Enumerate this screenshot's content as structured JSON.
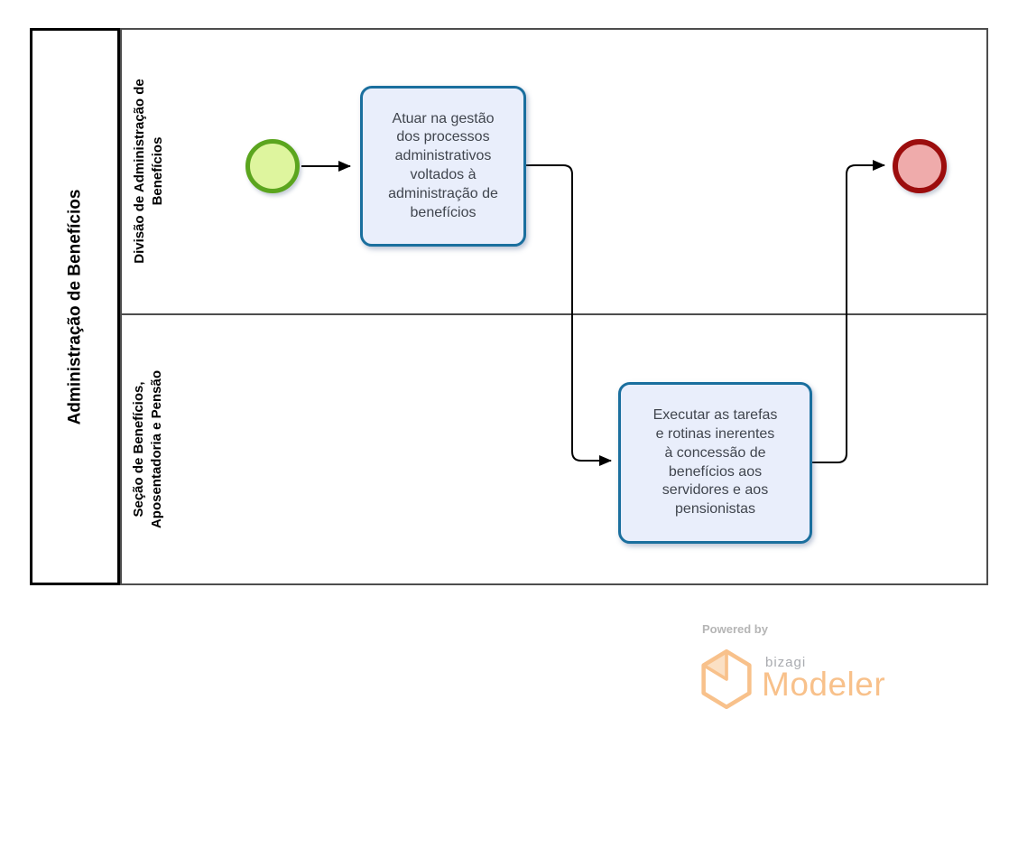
{
  "colors": {
    "pool-border": "#000000",
    "lane-border": "#4d4d4d",
    "task-border": "#1a6f9e",
    "task-fill": "#e9eefb",
    "task-text": "#40454e",
    "start-border": "#5ba51e",
    "start-fill": "#def59e",
    "end-border": "#9c0d0d",
    "end-fill": "#efabab",
    "flow-line": "#000000",
    "brand-orange": "#f8c18b",
    "brand-gray": "#a9abb0",
    "powered-gray": "#b5b5b5"
  },
  "pool": {
    "title": "Administração de Benefícios",
    "lanes": [
      {
        "label": "Divisão de Administração de\nBenefícios"
      },
      {
        "label": "Seção de Benefícios,\nAposentadoria e Pensão"
      }
    ]
  },
  "process": {
    "start_event": {
      "icon": "start-event-circle"
    },
    "tasks": [
      {
        "label": "Atuar na gestão\ndos processos\nadministrativos\nvoltados à\nadministração de\nbenefícios"
      },
      {
        "label": "Executar as tarefas\ne rotinas inerentes\nà concessão de\nbenefícios aos\nservidores e aos\npensionistas"
      }
    ],
    "end_event": {
      "icon": "end-event-circle"
    }
  },
  "branding": {
    "powered_by": "Powered by",
    "brand": "bizagi",
    "product": "Modeler"
  }
}
